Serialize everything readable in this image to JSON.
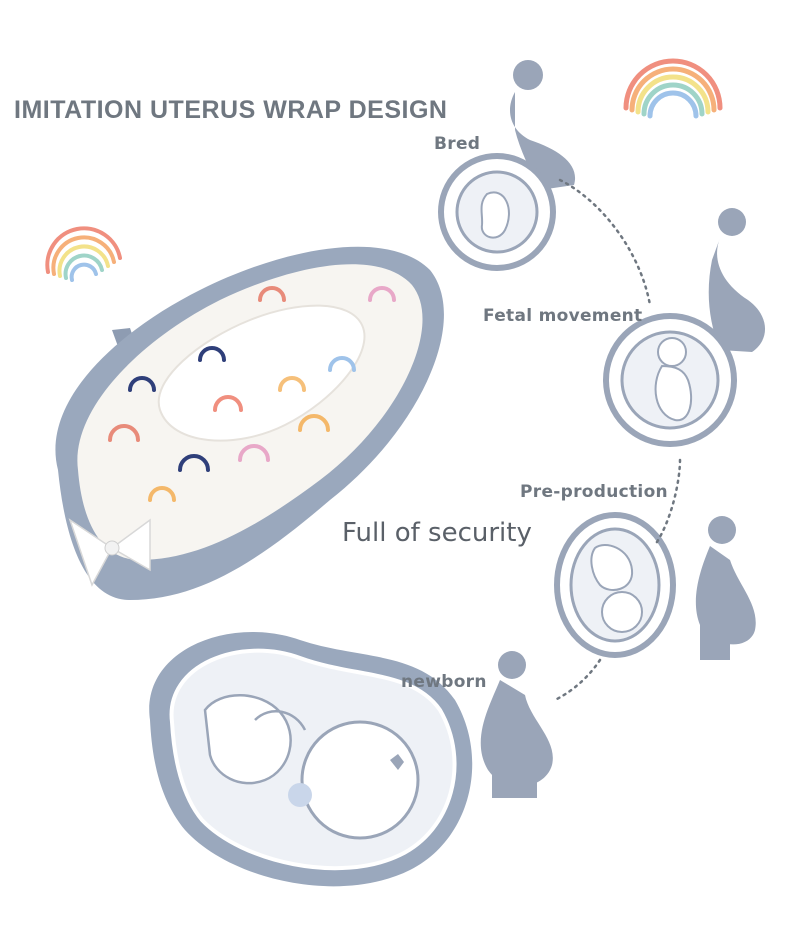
{
  "headline": "IMITATION UTERUS WRAP DESIGN",
  "tagline": "Full of security",
  "stages": [
    {
      "label": "Bred"
    },
    {
      "label": "Fetal movement"
    },
    {
      "label": "Pre-production"
    },
    {
      "label": "newborn"
    }
  ],
  "colors": {
    "silhouette": "#9aa5b8",
    "nest_body": "#9aa8bd",
    "text": "#6f7780",
    "rainbow": [
      "#f08f7f",
      "#f6c07a",
      "#f3e28a",
      "#9fd4c8",
      "#9fc3ea"
    ]
  }
}
